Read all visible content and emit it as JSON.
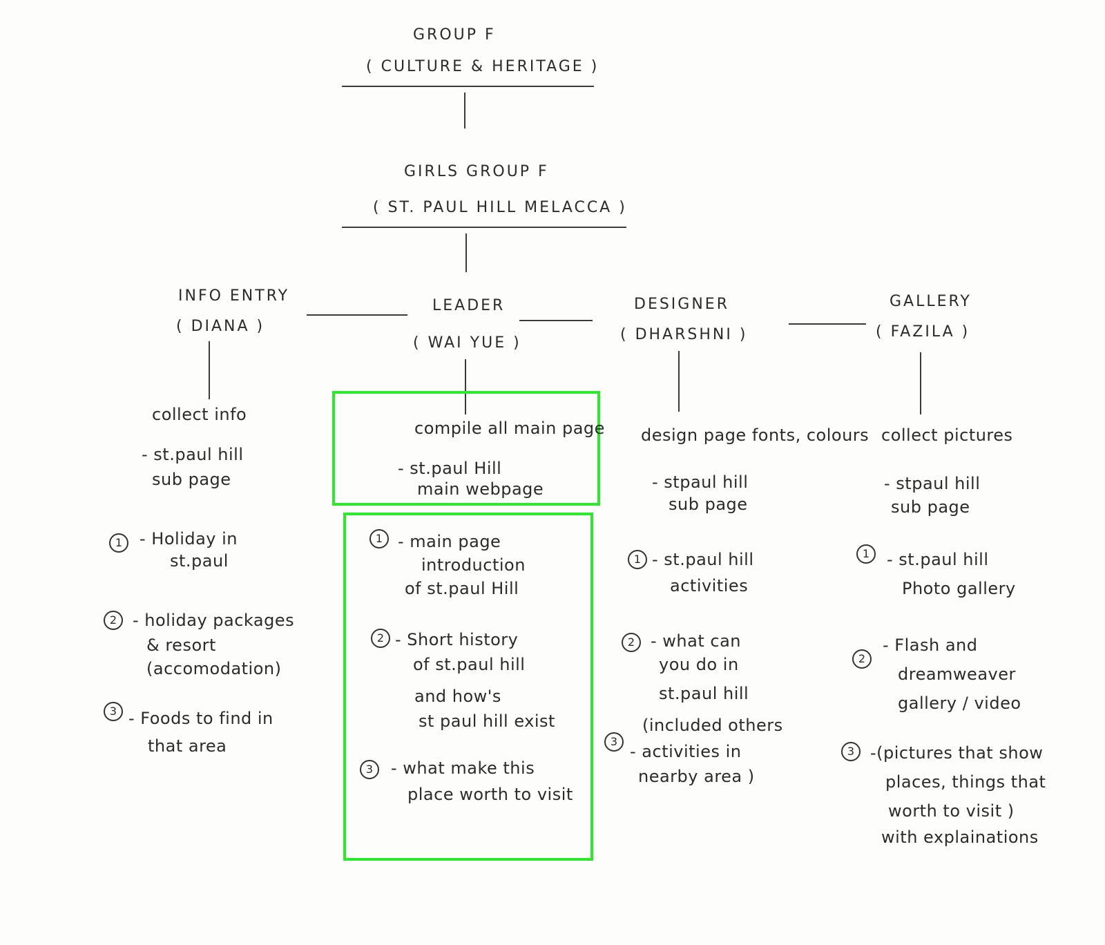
{
  "top": {
    "title": "GROUP F",
    "subtitle": "( CULTURE & HERITAGE )"
  },
  "group": {
    "title": "GIRLS GROUP F",
    "subtitle": "( ST. PAUL HILL MELACCA )"
  },
  "roles": {
    "info": {
      "role": "INFO ENTRY",
      "name": "( DIANA )"
    },
    "leader": {
      "role": "LEADER",
      "name": "( WAI YUE )"
    },
    "designer": {
      "role": "DESIGNER",
      "name": "( DHARSHNI )"
    },
    "gallery": {
      "role": "GALLERY",
      "name": "( FAZILA )"
    }
  },
  "info": {
    "task": "collect info",
    "page": [
      "- st.paul hill",
      "sub page"
    ],
    "items": [
      {
        "num": "1",
        "lines": [
          "- Holiday in",
          "st.paul"
        ]
      },
      {
        "num": "2",
        "lines": [
          "- holiday packages",
          "& resort",
          "(accomodation)"
        ]
      },
      {
        "num": "3",
        "lines": [
          "- Foods to find in",
          "that area"
        ]
      }
    ]
  },
  "leader": {
    "task": "compile all main page",
    "page": [
      "- st.paul Hill",
      "main webpage"
    ],
    "items": [
      {
        "num": "1",
        "lines": [
          "- main page",
          "introduction",
          "of st.paul Hill"
        ]
      },
      {
        "num": "2",
        "lines": [
          "- Short history",
          "of st.paul hill",
          "and how's",
          "st paul hill exist"
        ]
      },
      {
        "num": "3",
        "lines": [
          "- what make this",
          "place worth to visit"
        ]
      }
    ]
  },
  "designer": {
    "task": "design page fonts, colours",
    "page": [
      "- stpaul hill",
      "sub page"
    ],
    "items": [
      {
        "num": "1",
        "lines": [
          "- st.paul hill",
          "activities"
        ]
      },
      {
        "num": "2",
        "lines": [
          "- what can",
          "you do in",
          "st.paul hill"
        ]
      },
      {
        "num": "3",
        "lines": [
          "(included others",
          "- activities in",
          "nearby area )"
        ]
      }
    ]
  },
  "gallery": {
    "task": "collect pictures",
    "page": [
      "- stpaul hill",
      "sub page"
    ],
    "items": [
      {
        "num": "1",
        "lines": [
          "- st.paul hill",
          "Photo gallery"
        ]
      },
      {
        "num": "2",
        "lines": [
          "- Flash and",
          "dreamweaver",
          "gallery  / video"
        ]
      },
      {
        "num": "3",
        "lines": [
          "-(pictures that show",
          "places, things that",
          "worth to visit )",
          "with explainations"
        ]
      }
    ]
  },
  "colors": {
    "highlight": "#2ee82e",
    "ink": "#2b2b2b"
  }
}
